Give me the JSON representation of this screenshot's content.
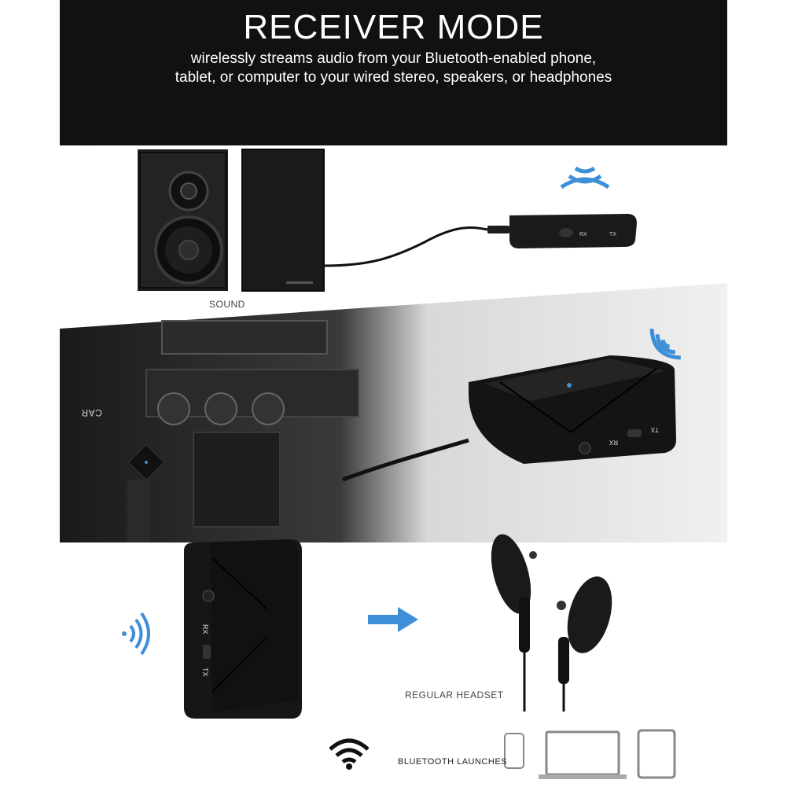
{
  "header": {
    "title": "RECEIVER MODE",
    "subtitle_line1": "wirelessly streams audio from your Bluetooth-enabled phone,",
    "subtitle_line2": "tablet, or computer to your wired stereo, speakers, or headphones"
  },
  "labels": {
    "sound": "SOUND",
    "car": "CAR",
    "headset": "REGULAR HEADSET",
    "bluetooth": "BLUETOOTH LAUNCHES"
  },
  "device_buttons": {
    "rx": "RX",
    "tx": "TX"
  },
  "colors": {
    "header_bg": "#111111",
    "accent_blue": "#3d8fd8",
    "device_black": "#1a1a1a"
  }
}
